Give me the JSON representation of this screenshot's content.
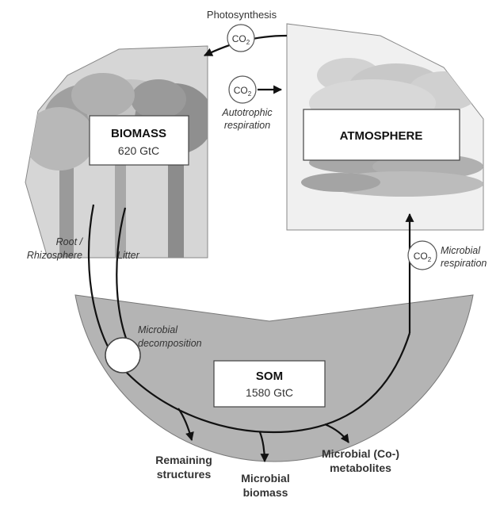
{
  "biomass": {
    "title": "BIOMASS",
    "value": "620 GtC"
  },
  "atmosphere": {
    "title": "ATMOSPHERE"
  },
  "som": {
    "title": "SOM",
    "value": "1580 GtC"
  },
  "labels": {
    "photosynthesis": "Photosynthesis",
    "autotrophic_line1": "Autotrophic",
    "autotrophic_line2": "respiration",
    "root_line1": "Root /",
    "root_line2": "Rhizosphere",
    "litter": "Litter",
    "microbial_resp_line1": "Microbial",
    "microbial_resp_line2": "respiration",
    "decomp_line1": "Microbial",
    "decomp_line2": "decomposition",
    "remaining_line1": "Remaining",
    "remaining_line2": "structures",
    "mbiomass_line1": "Microbial",
    "mbiomass_line2": "biomass",
    "metab_line1": "Microbial (Co-)",
    "metab_line2": "metabolites"
  },
  "co2": {
    "base": "CO",
    "sub": "2"
  },
  "colors": {
    "biomass_sector": "#d6d6d6",
    "atmosphere_sector": "#f0f0f0",
    "som_sector": "#b4b4b4",
    "tree": "#8c8c8c",
    "cloud": "#a8a8a8",
    "arrow": "#111111"
  }
}
